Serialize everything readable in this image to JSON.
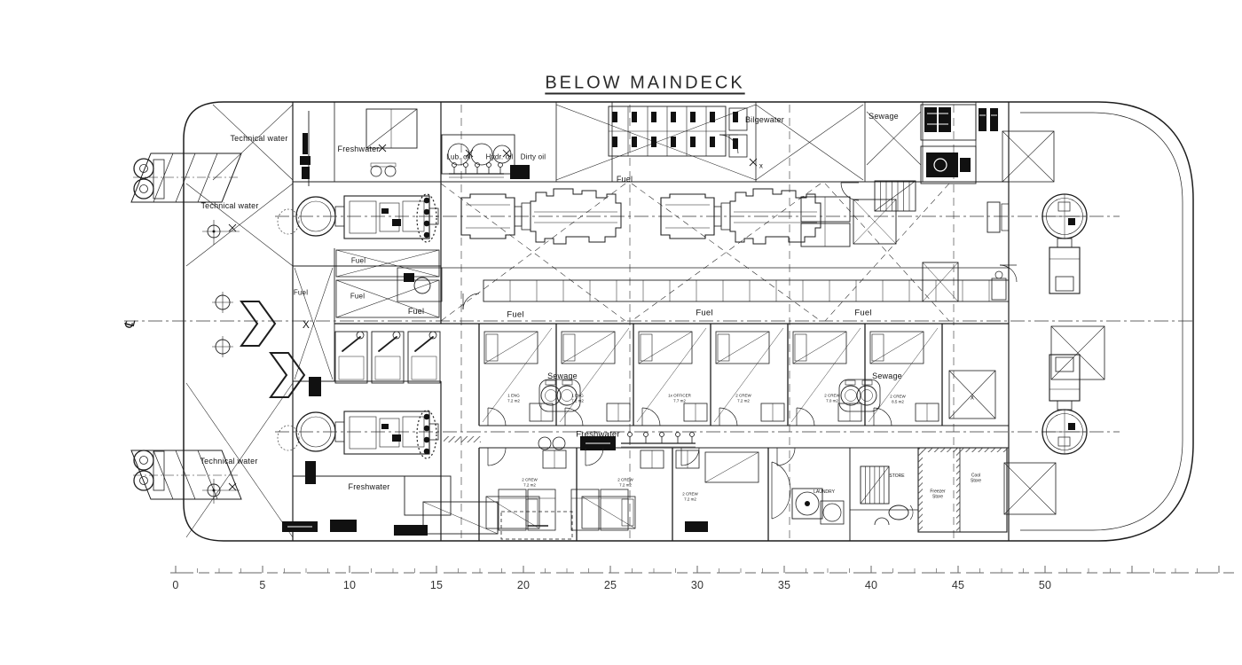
{
  "title": "BELOW MAINDECK",
  "labels": {
    "technical_water_top": "Technical water",
    "technical_water_mid": "Technical water",
    "technical_water_bottom": "Technical water",
    "freshwater_top": "Freshwater",
    "freshwater_corridor": "Freshwater",
    "freshwater_bottom": "Freshwater",
    "lub_oil": "Lub. oil",
    "hydr_oil": "Hydr. oil",
    "dirty_oil": "Dirty oil",
    "fuel_top_center": "Fuel",
    "fuel_bow_tank": "Fuel",
    "fuel_small_upper": "Fuel",
    "fuel_small_lower": "Fuel",
    "fuel_day_tank": "Fuel",
    "fuel_corridor_left": "Fuel",
    "fuel_corridor_center": "Fuel",
    "fuel_corridor_right": "Fuel",
    "bilgewater": "Bilgewater",
    "sewage_top": "Sewage",
    "sewage_center": "Sewage",
    "sewage_right": "Sewage",
    "laundry": "LAUNDRY",
    "store": "STORE",
    "freezer_store": "Freezer\nStore",
    "cool_store": "Cool\nStore"
  },
  "marks": {
    "centerline_symbol": "℄",
    "tank_cross_large": "X",
    "tank_cross_small_1": "x",
    "tank_cross_small_2": "x"
  },
  "cabins": [
    {
      "line1": "1 ENG",
      "line2": "7.2 m2"
    },
    {
      "line1": "1 ENG",
      "line2": "7.2 m2"
    },
    {
      "line1": "1x OFFICER",
      "line2": "7.7 m2"
    },
    {
      "line1": "2 CREW",
      "line2": "7.2 m2"
    },
    {
      "line1": "2 CREW",
      "line2": "7.0 m2"
    },
    {
      "line1": "2 CREW",
      "line2": "8.5 m2"
    },
    {
      "line1": "2 CREW",
      "line2": "7.2 m2"
    },
    {
      "line1": "2 CREW",
      "line2": "7.2 m2"
    },
    {
      "line1": "2 CREW",
      "line2": "7.2 m2"
    }
  ],
  "ruler": {
    "values": [
      "0",
      "5",
      "10",
      "15",
      "20",
      "25",
      "30",
      "35",
      "40",
      "45",
      "50"
    ]
  }
}
